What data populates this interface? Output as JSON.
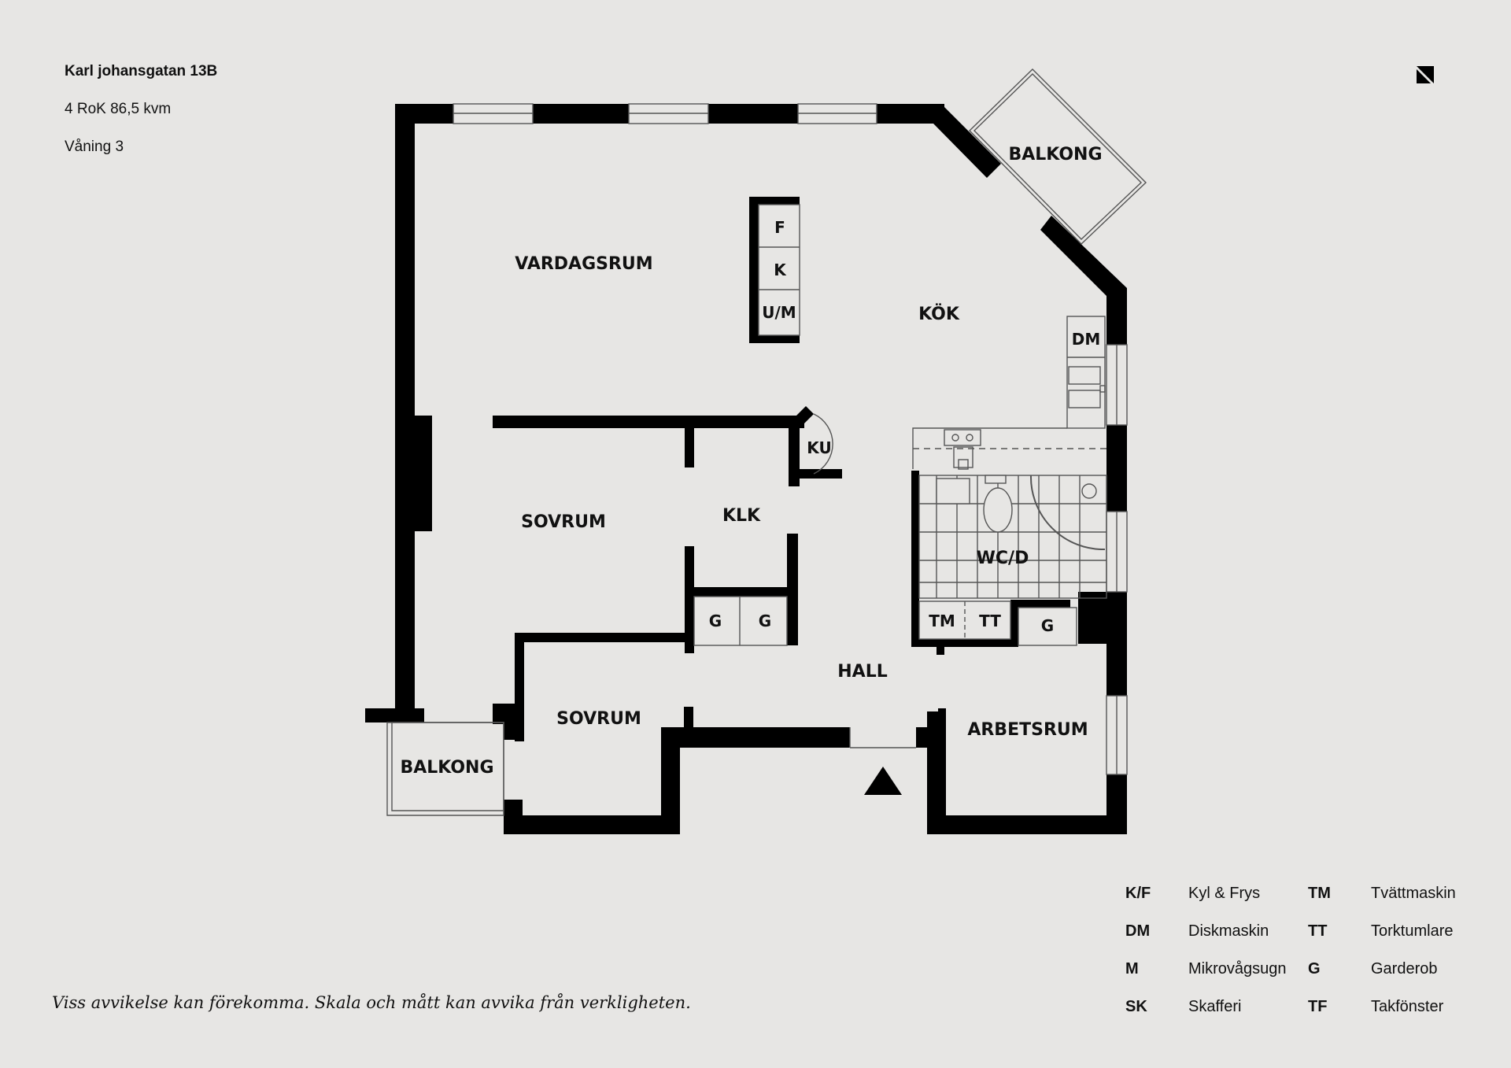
{
  "header": {
    "address": "Karl johansgatan 13B",
    "size": "4 RoK 86,5 kvm",
    "floor": "Våning 3"
  },
  "rooms": {
    "vardagsrum": "VARDAGSRUM",
    "kok": "KÖK",
    "balkong_top": "BALKONG",
    "sovrum_1": "SOVRUM",
    "klk": "KLK",
    "ku": "KU",
    "wc": "WC/D",
    "hall": "HALL",
    "sovrum_2": "SOVRUM",
    "arbetsrum": "ARBETSRUM",
    "balkong_bottom": "BALKONG"
  },
  "fixtures": {
    "fridge": "F",
    "freezer": "K",
    "oven": "U/M",
    "dishwasher": "DM",
    "washer": "TM",
    "dryer": "TT",
    "wardrobe_1": "G",
    "wardrobe_2": "G",
    "wardrobe_3": "G"
  },
  "legend": [
    {
      "code": "K/F",
      "label": "Kyl & Frys",
      "code2": "TM",
      "label2": "Tvättmaskin"
    },
    {
      "code": "DM",
      "label": "Diskmaskin",
      "code2": "TT",
      "label2": "Torktumlare"
    },
    {
      "code": "M",
      "label": "Mikrovågsugn",
      "code2": "G",
      "label2": "Garderob"
    },
    {
      "code": "SK",
      "label": "Skafferi",
      "code2": "TF",
      "label2": "Takfönster"
    }
  ],
  "disclaimer": "Viss avvikelse kan förekomma. Skala och mått kan avvika från verkligheten.",
  "colors": {
    "background": "#e7e6e4",
    "wall": "#000000",
    "line": "#555555"
  }
}
